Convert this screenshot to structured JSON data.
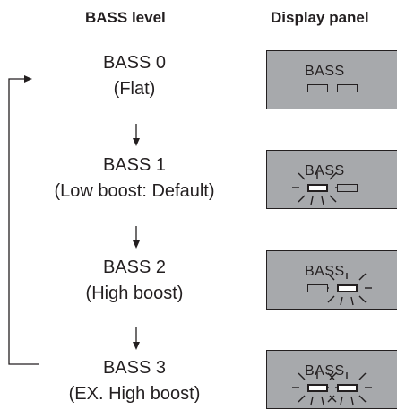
{
  "headers": {
    "left": "BASS level",
    "right": "Display panel"
  },
  "levels": [
    {
      "name": "BASS 0",
      "desc": "(Flat)"
    },
    {
      "name": "BASS 1",
      "desc": "(Low boost: Default)"
    },
    {
      "name": "BASS 2",
      "desc": "(High boost)"
    },
    {
      "name": "BASS 3",
      "desc": "(EX. High boost)"
    }
  ],
  "display_panel": {
    "label": "BASS",
    "states": [
      {
        "left_lit": false,
        "right_lit": false
      },
      {
        "left_lit": true,
        "right_lit": false
      },
      {
        "left_lit": false,
        "right_lit": true
      },
      {
        "left_lit": true,
        "right_lit": true
      }
    ]
  },
  "colors": {
    "panel_bg": "#a7a9ac",
    "ink": "#231f20",
    "lit_segment": "#ffffff"
  }
}
